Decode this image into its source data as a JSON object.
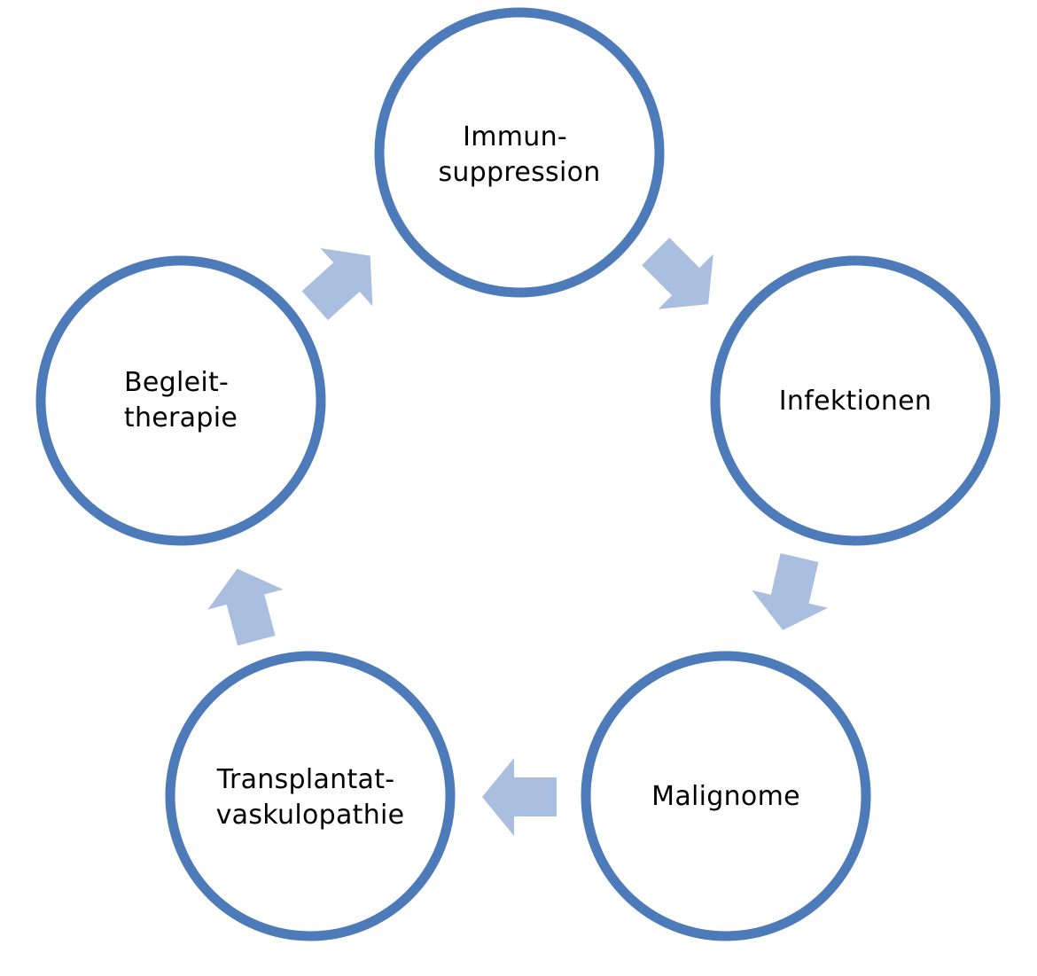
{
  "diagram": {
    "type": "cycle",
    "colors": {
      "circle_stroke": "#4d7ab8",
      "circle_fill": "#ffffff",
      "arrow_fill": "#aabfdf",
      "text": "#000000"
    },
    "nodes": [
      {
        "id": "immunsuppression",
        "lines": [
          "Immun-",
          "suppression"
        ]
      },
      {
        "id": "infektionen",
        "lines": [
          "Infektionen"
        ]
      },
      {
        "id": "malignome",
        "lines": [
          "Malignome"
        ]
      },
      {
        "id": "transplantatvaskulopathie",
        "lines": [
          "Transplantat-",
          "vaskulopathie"
        ]
      },
      {
        "id": "begleittherapie",
        "lines": [
          "Begleit-",
          "therapie"
        ]
      }
    ],
    "edges": [
      {
        "from": "immunsuppression",
        "to": "infektionen"
      },
      {
        "from": "infektionen",
        "to": "malignome"
      },
      {
        "from": "malignome",
        "to": "transplantatvaskulopathie"
      },
      {
        "from": "transplantatvaskulopathie",
        "to": "begleittherapie"
      },
      {
        "from": "begleittherapie",
        "to": "immunsuppression"
      }
    ]
  }
}
